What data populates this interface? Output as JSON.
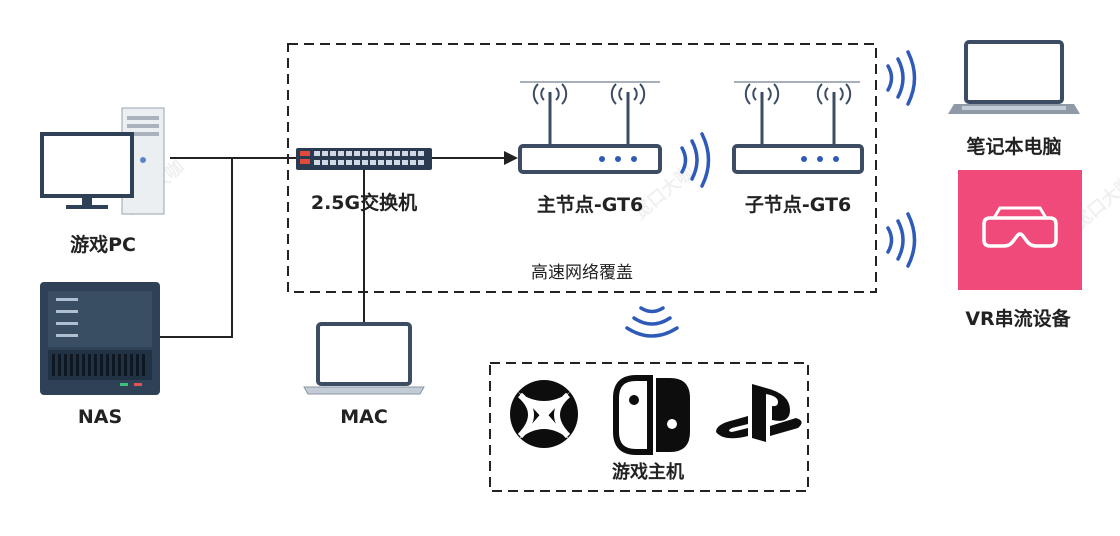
{
  "diagram": {
    "nodes": {
      "gaming_pc": "游戏PC",
      "nas": "NAS",
      "switch": "2.5G交换机",
      "mac": "MAC",
      "main_node": "主节点-GT6",
      "sub_node": "子节点-GT6",
      "laptop": "笔记本电脑",
      "vr_device": "VR串流设备",
      "consoles": "游戏主机"
    },
    "coverage_label": "高速网络覆盖",
    "watermark": "宽口大咖",
    "colors": {
      "line": "#222222",
      "wifi": "#2e5bb8",
      "router_outline": "#3c4d63",
      "vr_pink": "#ef4a79",
      "nas_body": "#2f4156",
      "switch_body": "#2a3a50"
    }
  }
}
